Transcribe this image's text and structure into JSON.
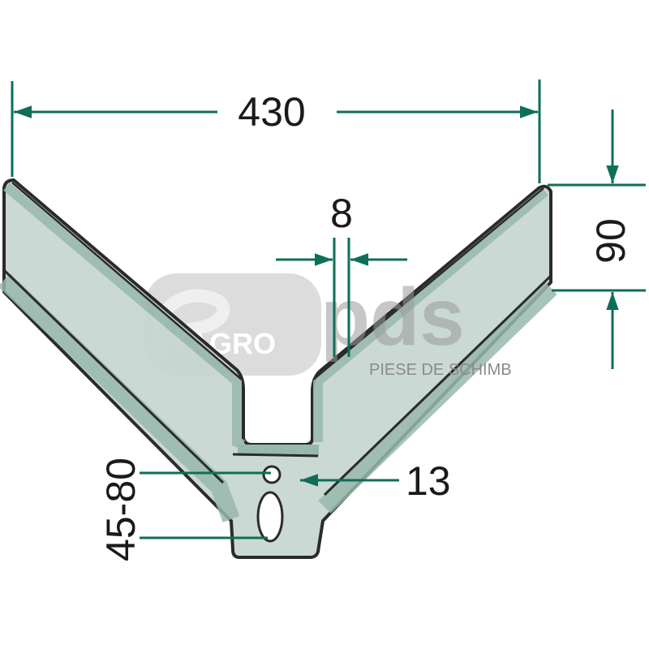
{
  "dimensions": {
    "width": "430",
    "height": "90",
    "gap": "8",
    "hole": "13",
    "slot": "45-80"
  },
  "watermark": {
    "brand_left": "AGRO",
    "brand_right": "pds",
    "tagline": "PIESE DE SCHIMB"
  },
  "colors": {
    "dimension_line": "#0e6e5a",
    "part_fill": "#c6d6d0",
    "part_bevel": "#8fb3a5",
    "outline": "#1a1a1a"
  }
}
